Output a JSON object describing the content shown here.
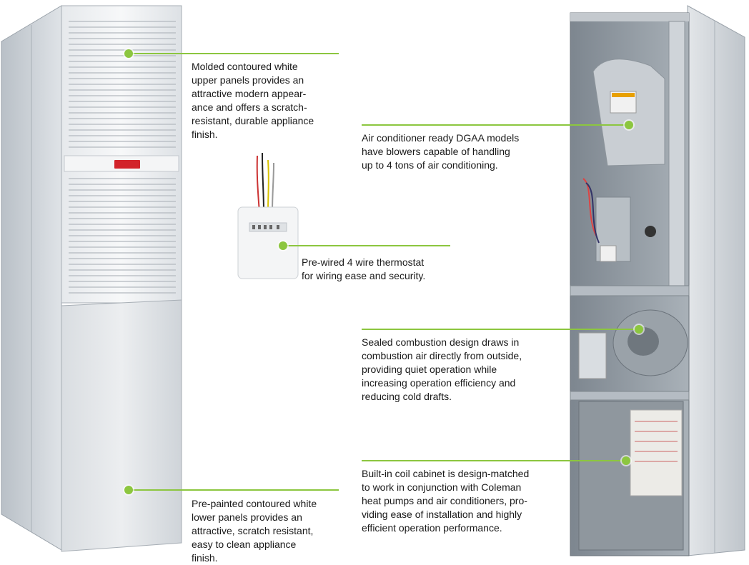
{
  "colors": {
    "accent": "#8cc63f",
    "cabinet": "#d8dde2",
    "panel": "#eef0f2",
    "brand_badge": "#d2232a"
  },
  "callouts": [
    {
      "id": "upper-panels",
      "text": "Molded contoured white\nupper panels provides an\nattractive modern appear-\nance and offers a scratch-\nresistant, durable appliance\nfinish."
    },
    {
      "id": "blower",
      "text": "Air conditioner ready DGAA models\nhave blowers capable of handling\nup to 4 tons of air conditioning."
    },
    {
      "id": "thermostat",
      "text": "Pre-wired 4 wire thermostat\nfor wiring ease and security."
    },
    {
      "id": "combustion",
      "text": "Sealed combustion design draws in\ncombustion air directly from outside,\nproviding quiet operation while\nincreasing operation efficiency and\nreducing cold drafts."
    },
    {
      "id": "coil-cabinet",
      "text": "Built-in coil cabinet is design-matched\nto work in conjunction with Coleman\nheat pumps and air conditioners, pro-\nviding ease of installation and highly\nefficient operation performance."
    },
    {
      "id": "lower-panels",
      "text": "Pre-painted contoured white\nlower panels provides an\nattractive, scratch resistant,\neasy to clean appliance\nfinish."
    }
  ],
  "icons": {
    "furnace_front": "furnace-front-illustration",
    "furnace_interior": "furnace-interior-illustration",
    "thermostat": "thermostat-illustration"
  }
}
